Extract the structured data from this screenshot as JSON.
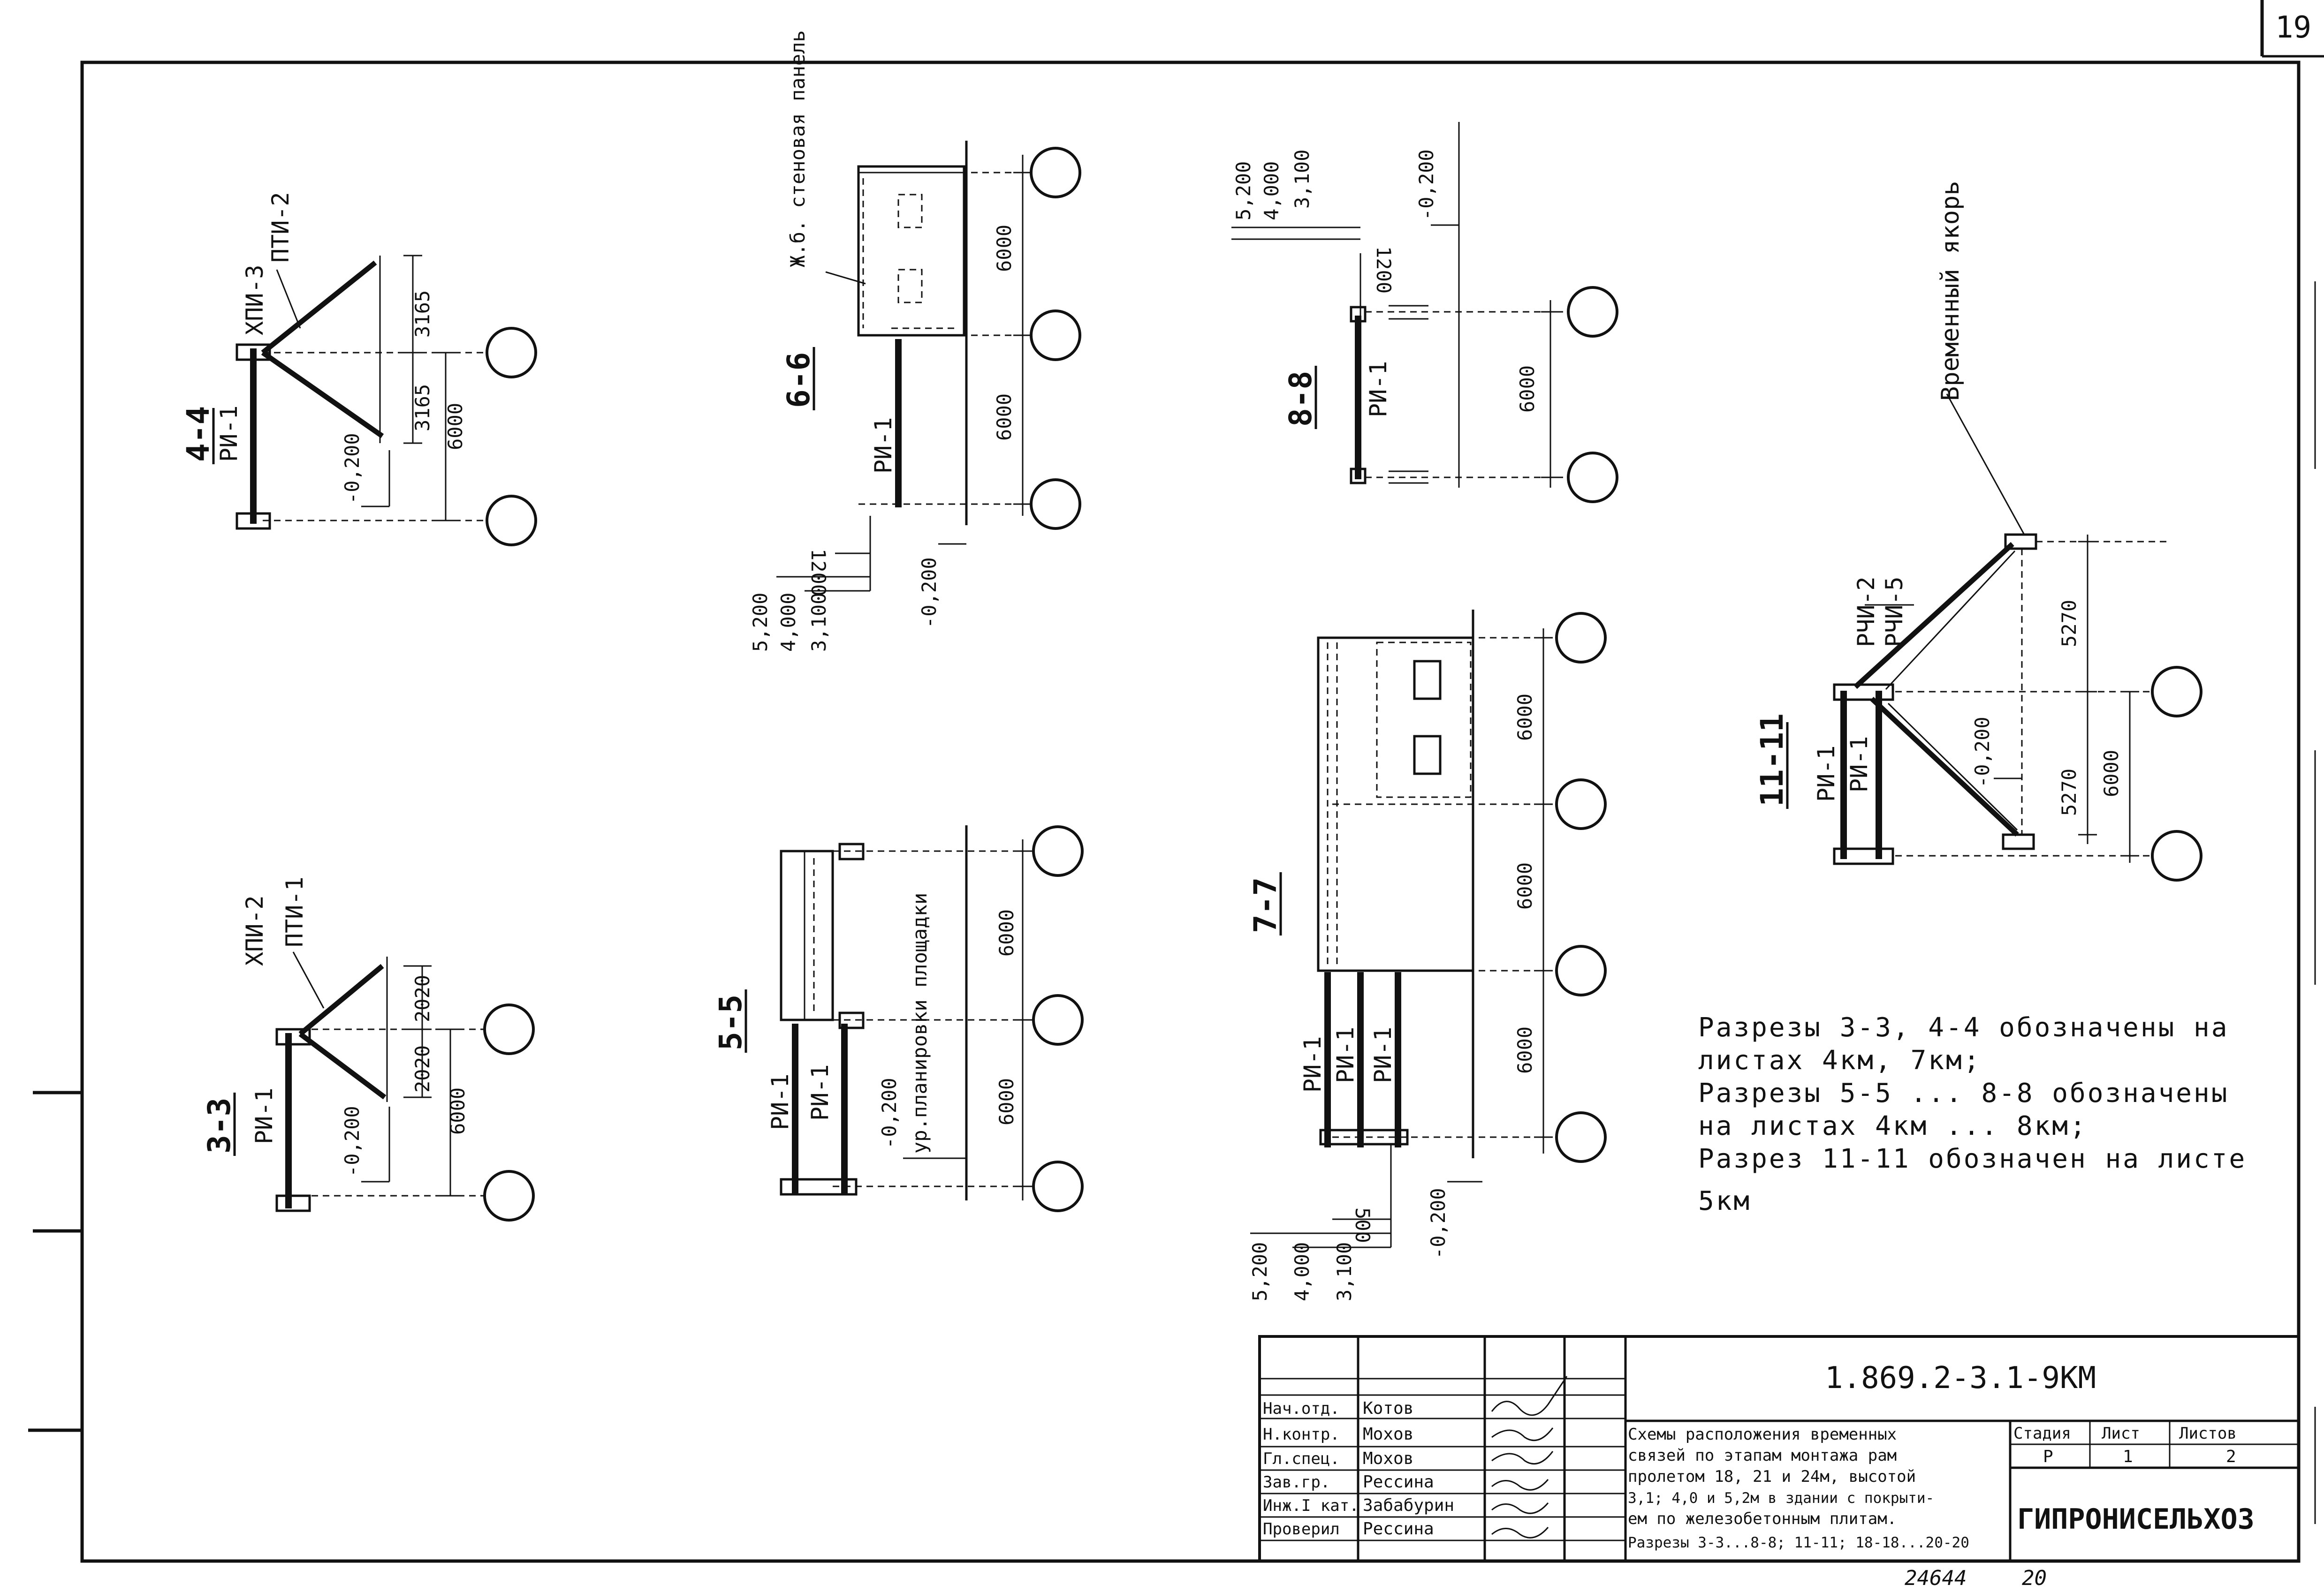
{
  "sheet_number": "19",
  "sections": {
    "s44": {
      "title": "4-4",
      "column": "РИ-1",
      "tie": "ХПИ-3",
      "strut": "ПТИ-2",
      "dim_a": "3165",
      "dim_b": "3165",
      "dim_total": "6000",
      "level": "-0,200"
    },
    "s33": {
      "title": "3-3",
      "column": "РИ-1",
      "tie": "ХПИ-2",
      "strut": "ПТИ-1",
      "dim_a": "2020",
      "dim_b": "2020",
      "dim_total": "6000",
      "level": "-0,200"
    },
    "s66": {
      "title": "6-6",
      "column": "РИ-1",
      "panel": "Ж.б. стеновая панель",
      "dim_top": "6000",
      "dim_bottom": "6000",
      "offset": "1200",
      "levels": [
        "5,200",
        "4,000",
        "3,100"
      ],
      "level": "-0,200"
    },
    "s55": {
      "title": "5-5",
      "column_a": "РИ-1",
      "column_b": "РИ-1",
      "ground": "ур.планировки площадки",
      "dim_top": "6000",
      "dim_bottom": "6000",
      "level": "-0,200"
    },
    "s88": {
      "title": "8-8",
      "column": "РИ-1",
      "dim": "6000",
      "offset": "1200",
      "levels": [
        "5,200",
        "4,000",
        "3,100"
      ],
      "level": "-0,200"
    },
    "s77": {
      "title": "7-7",
      "columns": [
        "РИ-1",
        "РИ-1",
        "РИ-1"
      ],
      "dims": [
        "6000",
        "6000",
        "6000"
      ],
      "offset": "500",
      "levels": [
        "5,200",
        "4,000",
        "3,100"
      ],
      "level": "-0,200"
    },
    "s1111": {
      "title": "11-11",
      "columns": [
        "РИ-1",
        "РИ-1"
      ],
      "braces": [
        "РЧИ-2",
        "РЧИ-5"
      ],
      "anchor": "Временный якорь",
      "dim_a": "5270",
      "dim_b": "5270",
      "dim_total": "6000",
      "level": "-0,200"
    }
  },
  "notes": {
    "line1": "Разрезы 3-3, 4-4 обозначены на",
    "line2": "листах 4км, 7км;",
    "line3": "Разрезы 5-5 ... 8-8 обозначены",
    "line4": "на листах 4км ... 8км;",
    "line5": "Разрез 11-11 обозначен на листе",
    "line6": "5км"
  },
  "title_block": {
    "code": "1.869.2-3.1-9КМ",
    "roles": [
      {
        "role": "Нач.отд.",
        "name": "Котов"
      },
      {
        "role": "Н.контр.",
        "name": "Мохов"
      },
      {
        "role": "Гл.спец.",
        "name": "Мохов"
      },
      {
        "role": "Зав.гр.",
        "name": "Рессина"
      },
      {
        "role": "Инж.I кат.",
        "name": "Забабурин"
      },
      {
        "role": "Проверил",
        "name": "Рессина"
      }
    ],
    "description": [
      "Схемы расположения временных",
      "связей по этапам монтажа рам",
      "пролетом 18, 21 и 24м, высотой",
      "3,1; 4,0 и 5,2м в здании с покрыти-",
      "ем по железобетонным плитам.",
      "Разрезы 3-3...8-8; 11-11; 18-18...20-20"
    ],
    "stage_header": "Стадия",
    "sheet_header": "Лист",
    "sheets_header": "Листов",
    "stage": "Р",
    "sheet": "1",
    "sheets": "2",
    "org": "ГИПРОНИСЕЛЬХОЗ",
    "archive": "24644",
    "archive_sheet": "20"
  }
}
